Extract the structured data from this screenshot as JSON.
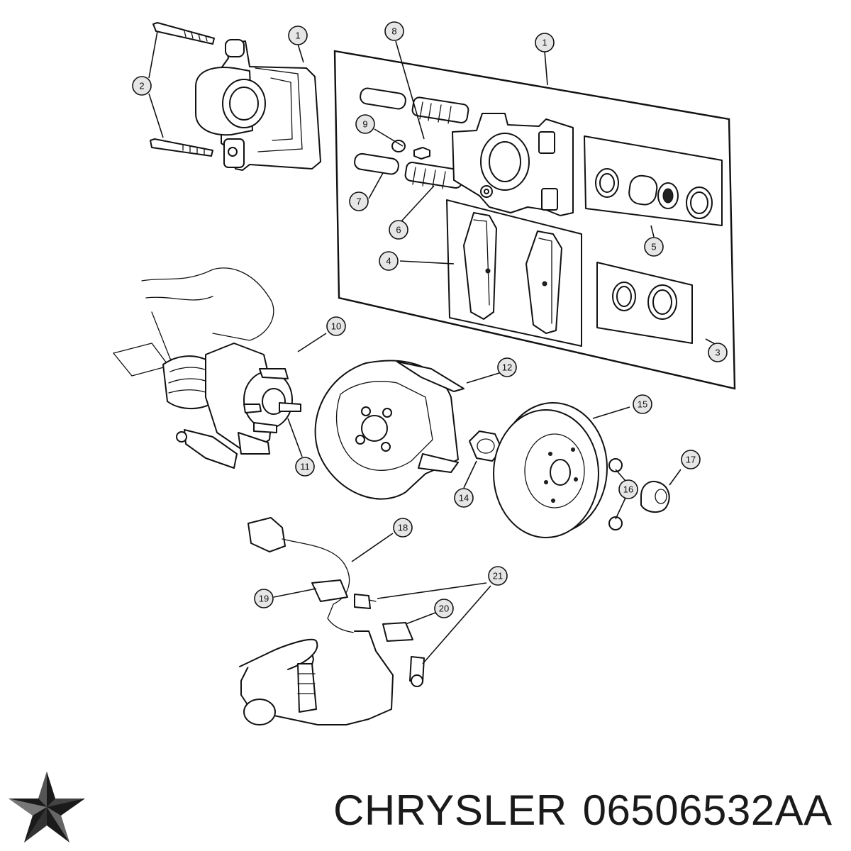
{
  "brand": {
    "name": "CHRYSLER",
    "part_number": "06506532AA",
    "logo_icon": "pentastar-logo-icon"
  },
  "callouts": {
    "c1a": "1",
    "c1b": "1",
    "c2": "2",
    "c3": "3",
    "c4": "4",
    "c5": "5",
    "c6": "6",
    "c7": "7",
    "c8": "8",
    "c9": "9",
    "c10": "10",
    "c11": "11",
    "c12": "12",
    "c14": "14",
    "c15": "15",
    "c16": "16",
    "c17": "17",
    "c18": "18",
    "c19": "19",
    "c20": "20",
    "c21": "21"
  },
  "colors": {
    "ink": "#111111",
    "callout_fill": "#e6e6e6",
    "background": "#ffffff"
  }
}
